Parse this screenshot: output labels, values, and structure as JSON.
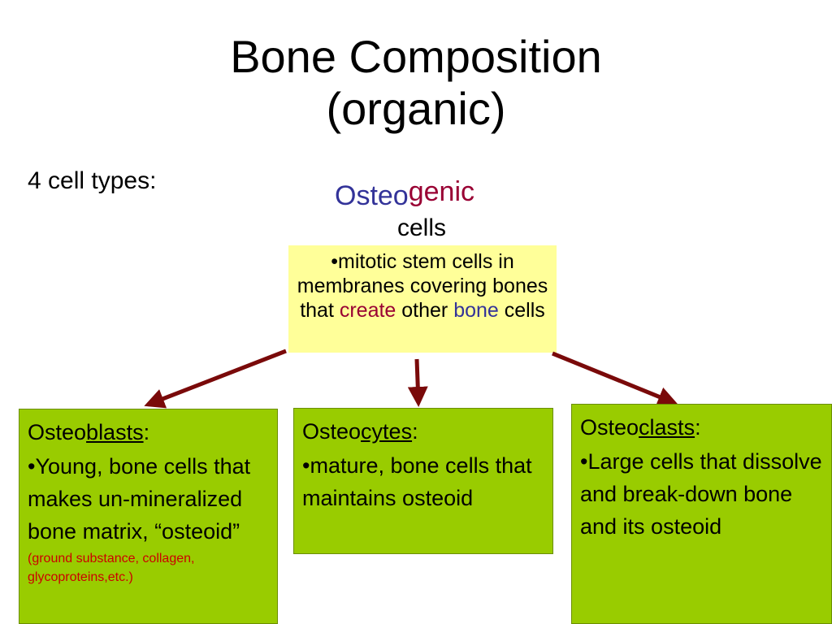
{
  "slide": {
    "title_line1": "Bone Composition",
    "title_line2": "(organic)",
    "subhead": "4 cell types:"
  },
  "osteogenic": {
    "prefix": "Osteo",
    "suffix": "genic",
    "cells": "cells",
    "desc_1": "•mitotic stem cells in membranes covering bones that ",
    "desc_create": "create",
    "desc_2": " other ",
    "desc_bone": "bone",
    "desc_3": " cells"
  },
  "osteoblasts": {
    "prefix": "Osteo",
    "suffix": "blasts",
    "colon": ":",
    "desc": "•Young, bone cells that makes un-mineralized bone matrix, “osteoid”",
    "note": "(ground substance, collagen, glycoproteins,etc.)"
  },
  "osteocytes": {
    "prefix": "Osteo",
    "suffix": "cytes",
    "colon": ":",
    "desc": "•mature, bone cells that maintains osteoid"
  },
  "osteoclasts": {
    "prefix": "Osteo",
    "suffix": "clasts",
    "colon": ":",
    "desc": "•Large cells that dissolve and break-down bone and its osteoid"
  },
  "colors": {
    "box_green": "#99cc00",
    "box_yellow": "#ffff99",
    "arrow": "#7a0a0a",
    "accent_blue": "#333399",
    "accent_red": "#990033",
    "note_red": "#cc0000"
  }
}
